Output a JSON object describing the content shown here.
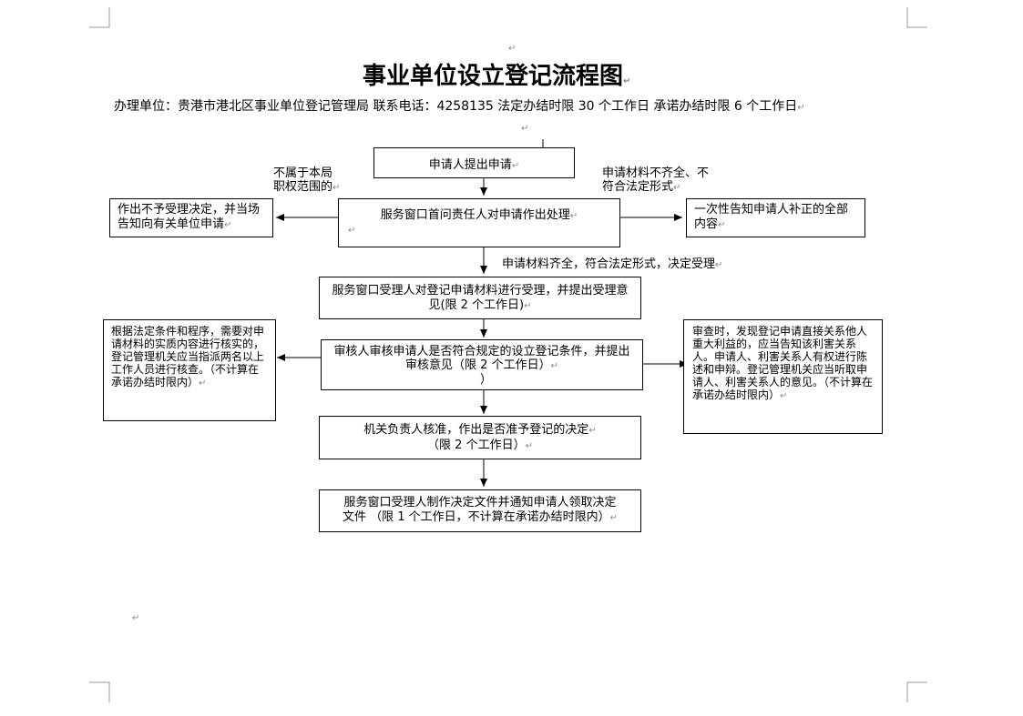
{
  "title": "事业单位设立登记流程图",
  "subtitle": "办理单位：贵港市港北区事业单位登记管理局     联系电话：4258135   法定办结时限 30 个工作日  承诺办结时限 6 个工作日",
  "return_mark": "↵",
  "boxes": {
    "apply": "申请人提出申请",
    "first_handler": "服务窗口首问责任人对申请作出处理",
    "reject": "作出不予受理决定，并当场告知向有关单位申请",
    "notify_supplement": "一次性告知申请人补正的全部内容",
    "accept": "服务窗口受理人对登记申请材料进行受理，并提出受理意见(限 2 个工作日)",
    "review": "审核人审核申请人是否符合规定的设立登记条件，并提出审核意见（限 2 个工作日）",
    "review_tail": "）",
    "verify": "根据法定条件和程序，需要对申请材料的实质内容进行核实的，登记管理机关应当指派两名以上工作人员进行核查。（不计算在承诺办结时限内）",
    "hearing": "审查时，发现登记申请直接关系他人重大利益的，应当告知该利害关系人。申请人、利害关系人有权进行陈述和申辩。登记管理机关应当听取申请人、利害关系人的意见。（不计算在承诺办结时限内）",
    "approve_line1": "机关负责人核准，作出是否准予登记的决定",
    "approve_line2": "（限 2 个工作日）",
    "issue_line1": "服务窗口受理人制作决定文件并通知申请人领取决定",
    "issue_line2": "文件 （限 1 个工作日，不计算在承诺办结时限内）"
  },
  "labels": {
    "not_jurisdiction_line1": "不属于本局",
    "not_jurisdiction_line2": "职权范围的",
    "incomplete_line1": "申请材料不齐全、不",
    "incomplete_line2": "符合法定形式",
    "complete": "申请材料齐全，符合法定形式，决定受理"
  }
}
